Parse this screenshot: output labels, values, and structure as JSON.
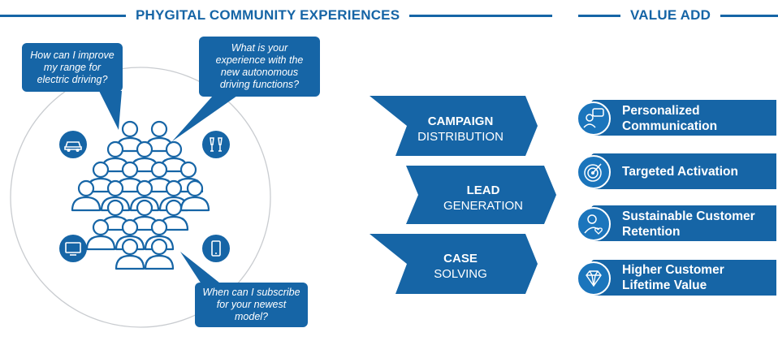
{
  "headers": {
    "left": "PHYGITAL COMMUNITY EXPERIENCES",
    "right": "VALUE ADD"
  },
  "bubbles": [
    {
      "text": "How can I improve my range for electric driving?"
    },
    {
      "text": "What is your experience with the new autonomous driving functions?"
    },
    {
      "text": "When can I subscribe for your newest model?"
    }
  ],
  "community_icons": [
    "car-icon",
    "champagne-toast-icon",
    "monitor-icon",
    "smartphone-icon"
  ],
  "process_steps": [
    {
      "title": "CAMPAIGN",
      "subtitle": "DISTRIBUTION"
    },
    {
      "title": "LEAD",
      "subtitle": "GENERATION"
    },
    {
      "title": "CASE",
      "subtitle": "SOLVING"
    }
  ],
  "value_add": [
    {
      "line1": "Personalized",
      "line2": "Communication",
      "icon": "chat-person-icon"
    },
    {
      "line1": "Targeted Activation",
      "line2": "",
      "icon": "target-icon"
    },
    {
      "line1": "Sustainable Customer",
      "line2": "Retention",
      "icon": "person-heart-icon"
    },
    {
      "line1": "Higher Customer",
      "line2": "Lifetime Value",
      "icon": "diamond-icon"
    }
  ],
  "colors": {
    "primary": "#1665a6",
    "accent": "#1b75bc",
    "background": "#ffffff"
  }
}
